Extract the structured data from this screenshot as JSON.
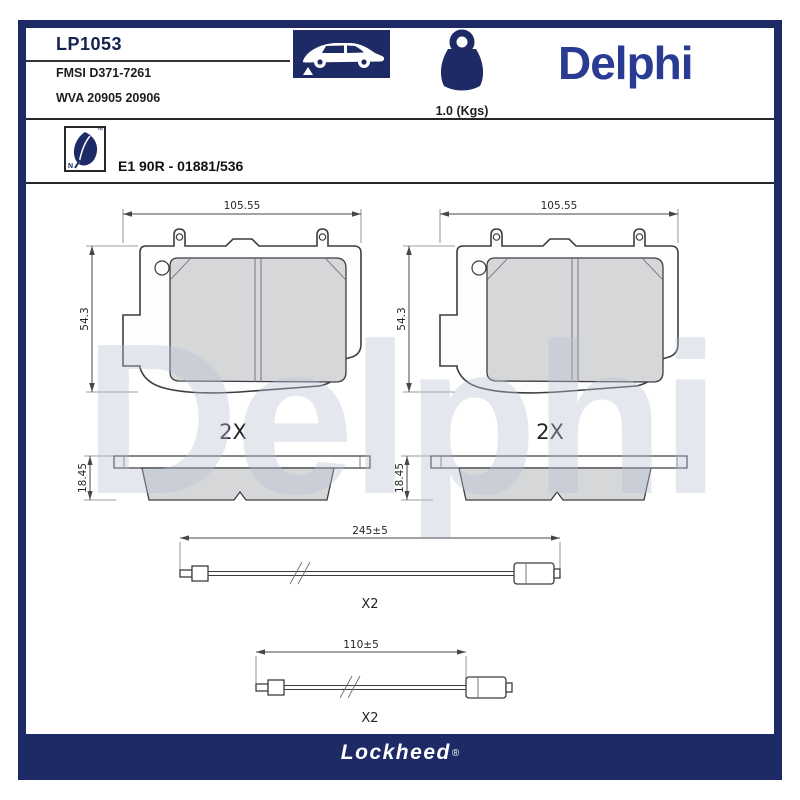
{
  "colors": {
    "frame_navy": "#1d2a66",
    "delphi_blue": "#2a3b94",
    "drawing_line": "#3c3d42",
    "pad_gray": "#d6d7d9"
  },
  "icons": {
    "vehicle": "car-icon",
    "mass": "weight-icon",
    "eco": "leaf-icon"
  },
  "header": {
    "part_number": "LP1053",
    "fmsi": "FMSI D371-7261",
    "wva": "WVA 20905 20906",
    "weight": "1.0 (Kgs)",
    "brand_logo": "Delphi",
    "eco_tm": "™",
    "eco_n": "N",
    "approval": "E1 90R - 01881/536"
  },
  "drawing": {
    "front_width": "105.55",
    "front_height": "54.3",
    "thickness": "18.45",
    "pad_quantity": "2X",
    "sensor_long_length": "245±5",
    "sensor_short_length": "110±5",
    "sensor_quantity": "X2"
  },
  "watermark": "Delphi",
  "footer": {
    "brand": "Lockheed",
    "registered": "®"
  }
}
